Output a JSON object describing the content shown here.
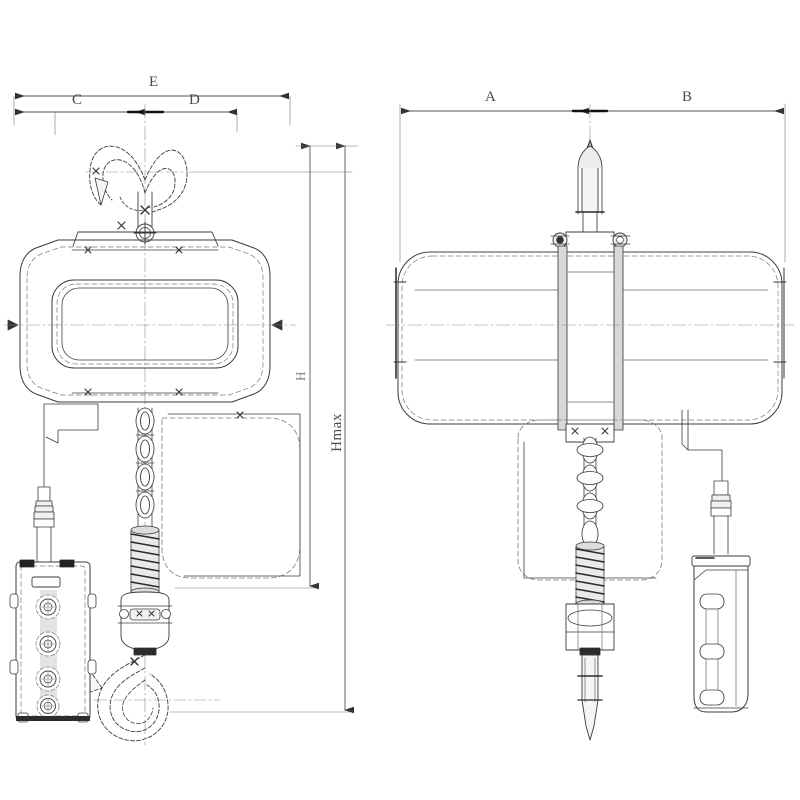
{
  "drawing": {
    "title": "Electric Chain Hoist Dimensional Drawing",
    "background_color": "#ffffff",
    "line_color": "#3c3c3c",
    "dim_line_color": "#555555",
    "label_color": "#4a4a4a"
  },
  "dimensions": {
    "E": "E",
    "C": "C",
    "D": "D",
    "A": "A",
    "B": "B",
    "H": "H",
    "Hmax": "Hmax"
  },
  "views": {
    "front": {
      "name": "front-view",
      "components": {
        "top_hook": "top-hook",
        "body": "hoist-body",
        "load_chain": "load-chain",
        "spring_buffer": "chain-stop-spring",
        "hook_block": "bottom-hook-block",
        "bottom_hook": "bottom-hook",
        "chain_container": "chain-bag",
        "pendant": "pendant-control",
        "pendant_cable": "pendant-cable"
      },
      "pendant_buttons": [
        "button-1",
        "button-2",
        "button-3",
        "button-4"
      ],
      "pendant_label_window": "nameplate-window"
    },
    "side": {
      "name": "side-view",
      "components": {
        "top_hook": "top-hook",
        "body": "hoist-body",
        "load_chain": "load-chain",
        "spring_buffer": "chain-stop-spring",
        "hook_block": "bottom-hook-block",
        "bottom_hook": "bottom-hook",
        "chain_container": "chain-bag",
        "pendant": "pendant-control",
        "pendant_cable": "pendant-cable"
      }
    }
  }
}
